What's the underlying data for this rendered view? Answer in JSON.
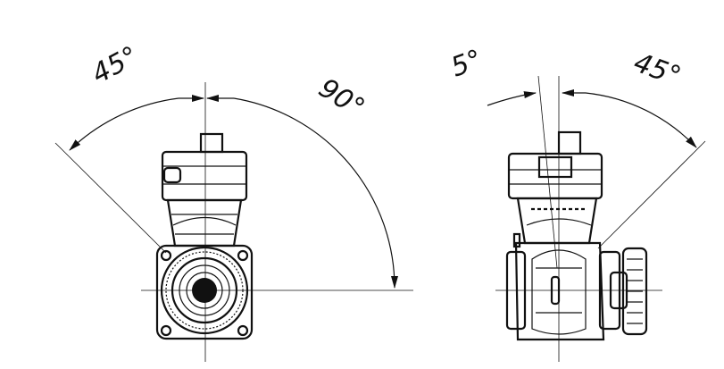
{
  "diagram": {
    "left_view": {
      "angle_left_label": "45°",
      "angle_right_label": "90°"
    },
    "right_view": {
      "angle_left_label": "5°",
      "angle_right_label": "45°"
    },
    "colors": {
      "line": "#111111",
      "background": "#ffffff"
    }
  }
}
